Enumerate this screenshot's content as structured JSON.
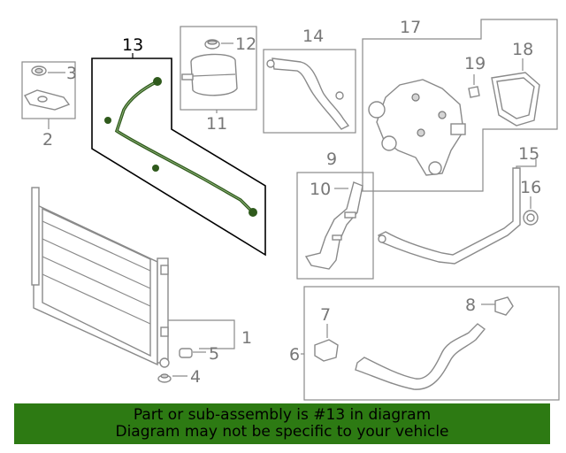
{
  "callouts": {
    "c1": "1",
    "c2": "2",
    "c3": "3",
    "c4": "4",
    "c5": "5",
    "c6": "6",
    "c7": "7",
    "c8": "8",
    "c9": "9",
    "c10": "10",
    "c11": "11",
    "c12": "12",
    "c13": "13",
    "c14": "14",
    "c15": "15",
    "c16": "16",
    "c17": "17",
    "c18": "18",
    "c19": "19"
  },
  "highlight_part": "13",
  "banner": {
    "line1": "Part or sub-assembly is #13 in diagram",
    "line2": "Diagram may not be specific to your vehicle"
  },
  "colors": {
    "banner_bg": "#2d7a13",
    "highlight_part": "#2f5a1c",
    "outline": "#8a8a8a"
  }
}
